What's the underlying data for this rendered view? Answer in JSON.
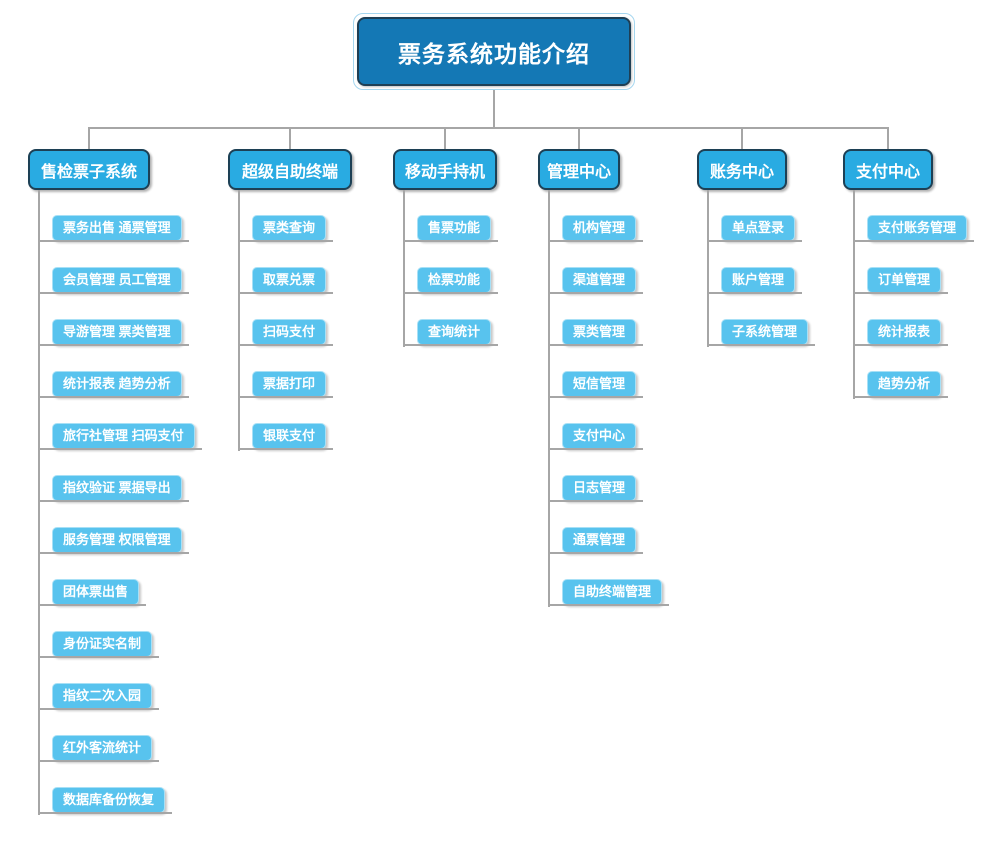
{
  "title": "票务系统功能介绍",
  "colors": {
    "background": "#ffffff",
    "title_fill": "#1478b5",
    "title_border": "#1e3f55",
    "title_frame": "#a5d6ef",
    "header_fill": "#29abe2",
    "header_border": "#1d4055",
    "item_fill": "#58c3ee",
    "item_border": "#a7e0f6",
    "connector": "#a6a6a6",
    "text": "#ffffff"
  },
  "columns": [
    {
      "id": "ticketing-subsystem",
      "label": "售检票子系统",
      "items": [
        "票务出售 通票管理",
        "会员管理 员工管理",
        "导游管理 票类管理",
        "统计报表 趋势分析",
        "旅行社管理 扫码支付",
        "指纹验证 票据导出",
        "服务管理 权限管理",
        "团体票出售",
        "身份证实名制",
        "指纹二次入园",
        "红外客流统计",
        "数据库备份恢复"
      ]
    },
    {
      "id": "super-self-service-terminal",
      "label": "超级自助终端",
      "items": [
        "票类查询",
        "取票兑票",
        "扫码支付",
        "票据打印",
        "银联支付"
      ]
    },
    {
      "id": "mobile-handheld",
      "label": "移动手持机",
      "items": [
        "售票功能",
        "检票功能",
        "查询统计"
      ]
    },
    {
      "id": "management-center",
      "label": "管理中心",
      "items": [
        "机构管理",
        "渠道管理",
        "票类管理",
        "短信管理",
        "支付中心",
        "日志管理",
        "通票管理",
        "自助终端管理"
      ]
    },
    {
      "id": "accounting-center",
      "label": "账务中心",
      "items": [
        "单点登录",
        "账户管理",
        "子系统管理"
      ]
    },
    {
      "id": "payment-center",
      "label": "支付中心",
      "items": [
        "支付账务管理",
        "订单管理",
        "统计报表",
        "趋势分析"
      ]
    }
  ]
}
